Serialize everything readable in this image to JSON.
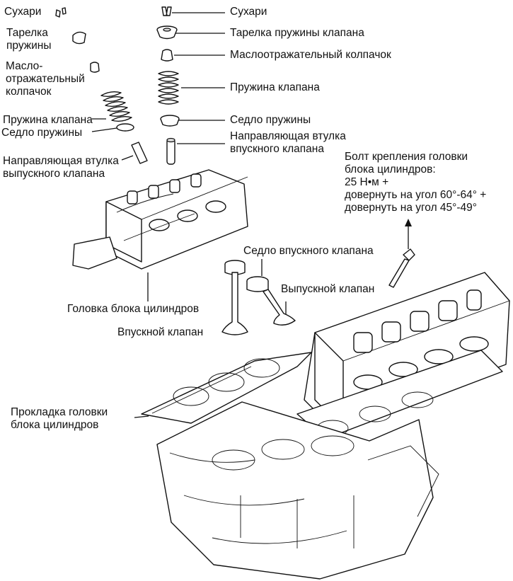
{
  "labels": {
    "left_keepers": "Сухари",
    "left_spring_retainer": [
      "Тарелка",
      "пружины"
    ],
    "left_oil_seal": [
      "Масло-",
      "отражательный",
      "колпачок"
    ],
    "left_valve_spring": "Пружина клапана",
    "left_spring_seat": "Седло пружины",
    "exhaust_guide": [
      "Направляющая втулка",
      "выпускного клапана"
    ],
    "center_keepers": "Сухари",
    "center_spring_retainer": "Тарелка пружины клапана",
    "center_oil_seal": "Маслоотражательный колпачок",
    "center_valve_spring": "Пружина клапана",
    "center_spring_seat": "Седло пружины",
    "intake_guide": [
      "Направляющая втулка",
      "впускного клапана"
    ],
    "head_bolt": [
      "Болт крепления головки",
      "блока цилиндров:",
      "25 Н•м +",
      "довернуть на угол 60°-64° +",
      "довернуть на угол 45°-49°"
    ],
    "intake_valve_seat": "Седло впускного клапана",
    "exhaust_valve": "Выпускной клапан",
    "cylinder_head": "Головка блока цилиндров",
    "intake_valve": "Впускной клапан",
    "head_gasket": [
      "Прокладка головки",
      "блока цилиндров"
    ]
  }
}
